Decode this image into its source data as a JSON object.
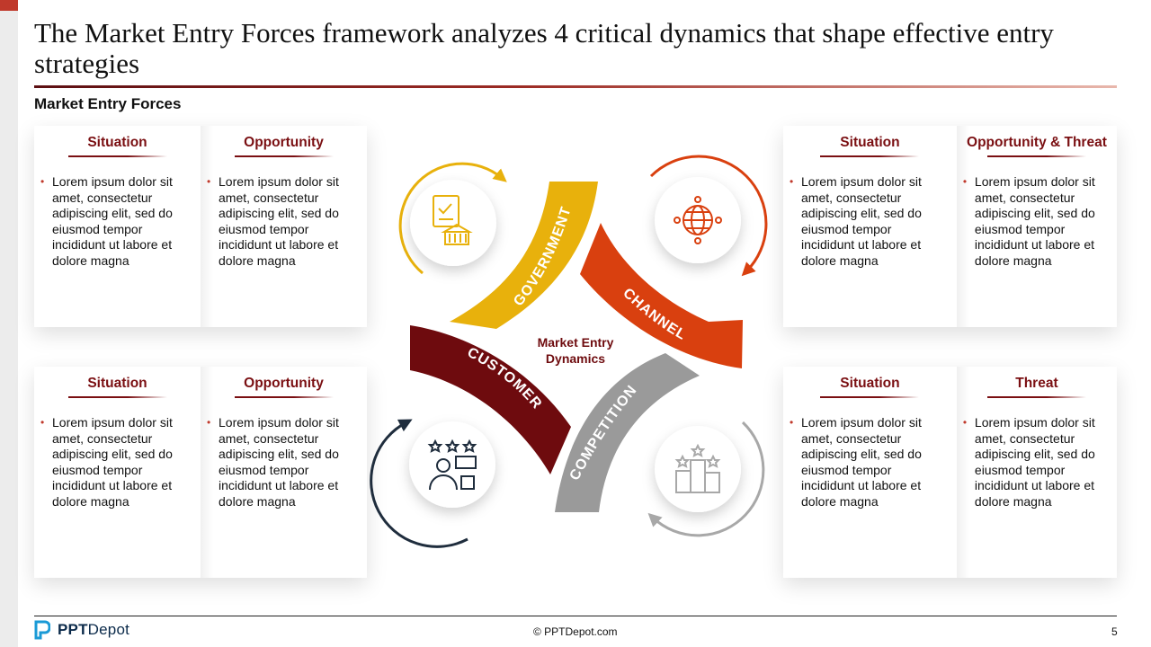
{
  "slide": {
    "title": "The Market Entry Forces framework analyzes 4 critical dynamics that shape effective entry strategies",
    "subtitle": "Market Entry Forces",
    "page_number": "5",
    "copyright": "© PPTDepot.com",
    "logo_text_bold": "PPT",
    "logo_text_regular": "Depot"
  },
  "panels": {
    "top_left": [
      {
        "heading": "Situation",
        "text": "Lorem ipsum dolor sit amet, consectetur adipiscing elit, sed do eiusmod tempor incididunt ut labore et dolore magna"
      },
      {
        "heading": "Opportunity",
        "text": "Lorem ipsum dolor sit amet, consectetur adipiscing elit, sed do eiusmod tempor incididunt ut labore et dolore magna"
      }
    ],
    "bottom_left": [
      {
        "heading": "Situation",
        "text": "Lorem ipsum dolor sit amet, consectetur adipiscing elit, sed do eiusmod tempor incididunt ut labore et dolore magna"
      },
      {
        "heading": "Opportunity",
        "text": "Lorem ipsum dolor sit amet, consectetur adipiscing elit, sed do eiusmod tempor incididunt ut labore et dolore magna"
      }
    ],
    "top_right": [
      {
        "heading": "Situation",
        "text": "Lorem ipsum dolor sit amet, consectetur adipiscing elit, sed do eiusmod tempor incididunt ut labore et dolore magna"
      },
      {
        "heading": "Opportunity & Threat",
        "text": "Lorem ipsum dolor sit amet, consectetur adipiscing elit, sed do eiusmod tempor incididunt ut labore et dolore magna"
      }
    ],
    "bottom_right": [
      {
        "heading": "Situation",
        "text": "Lorem ipsum dolor sit amet, consectetur adipiscing elit, sed do eiusmod tempor incididunt ut labore et dolore magna"
      },
      {
        "heading": "Threat",
        "text": "Lorem ipsum dolor sit amet, consectetur adipiscing elit, sed do eiusmod tempor incididunt ut labore et dolore magna"
      }
    ]
  },
  "diagram": {
    "center_label_line1": "Market Entry",
    "center_label_line2": "Dynamics",
    "forces": [
      {
        "label": "GOVERNMENT",
        "color": "#e8b10c",
        "icon": "government-document-icon"
      },
      {
        "label": "CHANNEL",
        "color": "#d9400f",
        "icon": "globe-network-icon"
      },
      {
        "label": "CUSTOMER",
        "color": "#6e0b0e",
        "icon": "customer-rating-icon"
      },
      {
        "label": "COMPETITION",
        "color": "#9a9a9a",
        "icon": "podium-competition-icon"
      }
    ],
    "arrow_colors": {
      "top_left": "#e8b10c",
      "top_right": "#d9400f",
      "bottom_left": "#1f2d3d",
      "bottom_right": "#a8a8a8"
    }
  }
}
